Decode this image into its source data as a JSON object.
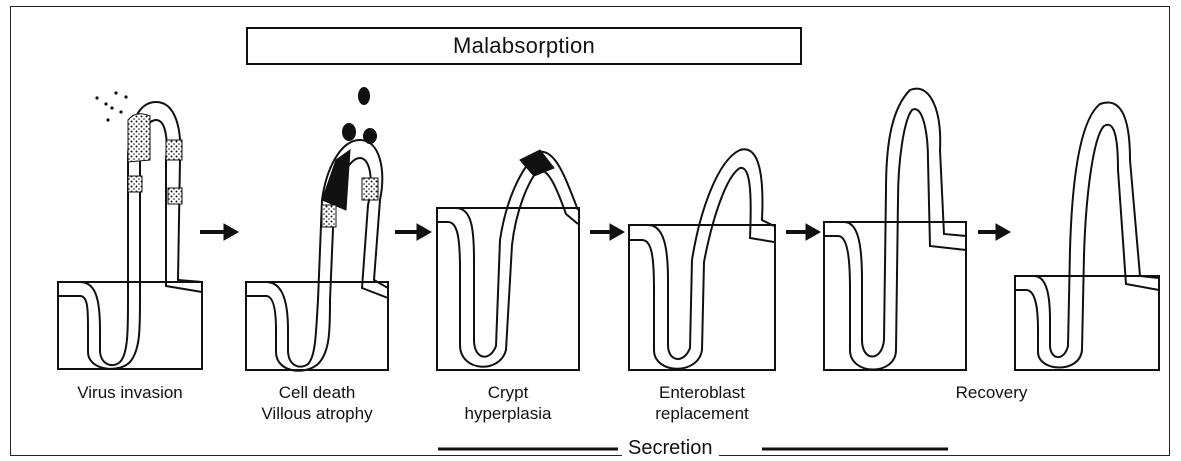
{
  "banner": "Malabsorption",
  "stages": [
    {
      "line1": "Virus invasion",
      "line2": ""
    },
    {
      "line1": "Cell death",
      "line2": "Villous atrophy"
    },
    {
      "line1": "Crypt",
      "line2": "hyperplasia"
    },
    {
      "line1": "Enteroblast",
      "line2": "replacement"
    },
    {
      "line1": "Recovery",
      "line2": ""
    }
  ],
  "secretion": "Secretion",
  "colors": {
    "ink": "#111111",
    "background": "#ffffff"
  }
}
